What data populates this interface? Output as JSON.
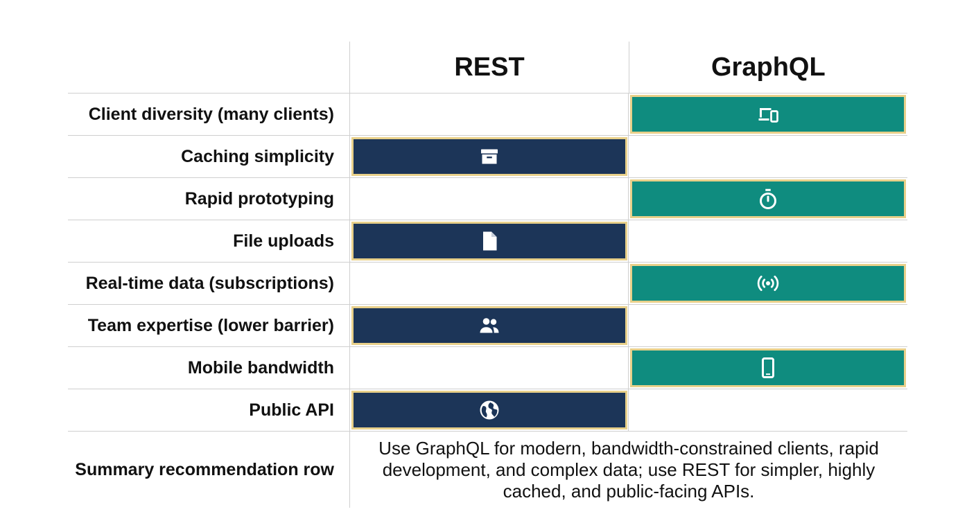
{
  "header": {
    "col_rest": "REST",
    "col_graphql": "GraphQL"
  },
  "colors": {
    "rest_fill": "#1c3558",
    "graphql_fill": "#0f8c7f",
    "border_accent": "#e8d08a"
  },
  "rows": [
    {
      "label": "Client diversity (many clients)",
      "winner": "graphql",
      "icon": "devices-icon"
    },
    {
      "label": "Caching simplicity",
      "winner": "rest",
      "icon": "archive-box-icon"
    },
    {
      "label": "Rapid prototyping",
      "winner": "graphql",
      "icon": "stopwatch-icon"
    },
    {
      "label": "File uploads",
      "winner": "rest",
      "icon": "file-icon"
    },
    {
      "label": "Real-time data (subscriptions)",
      "winner": "graphql",
      "icon": "broadcast-icon"
    },
    {
      "label": "Team expertise (lower barrier)",
      "winner": "rest",
      "icon": "people-icon"
    },
    {
      "label": "Mobile bandwidth",
      "winner": "graphql",
      "icon": "smartphone-icon"
    },
    {
      "label": "Public API",
      "winner": "rest",
      "icon": "globe-icon"
    }
  ],
  "summary": {
    "label": "Summary recommendation row",
    "text": "Use GraphQL for modern, bandwidth-constrained clients, rapid development, and complex data; use REST for simpler, highly cached, and public-facing APIs."
  }
}
